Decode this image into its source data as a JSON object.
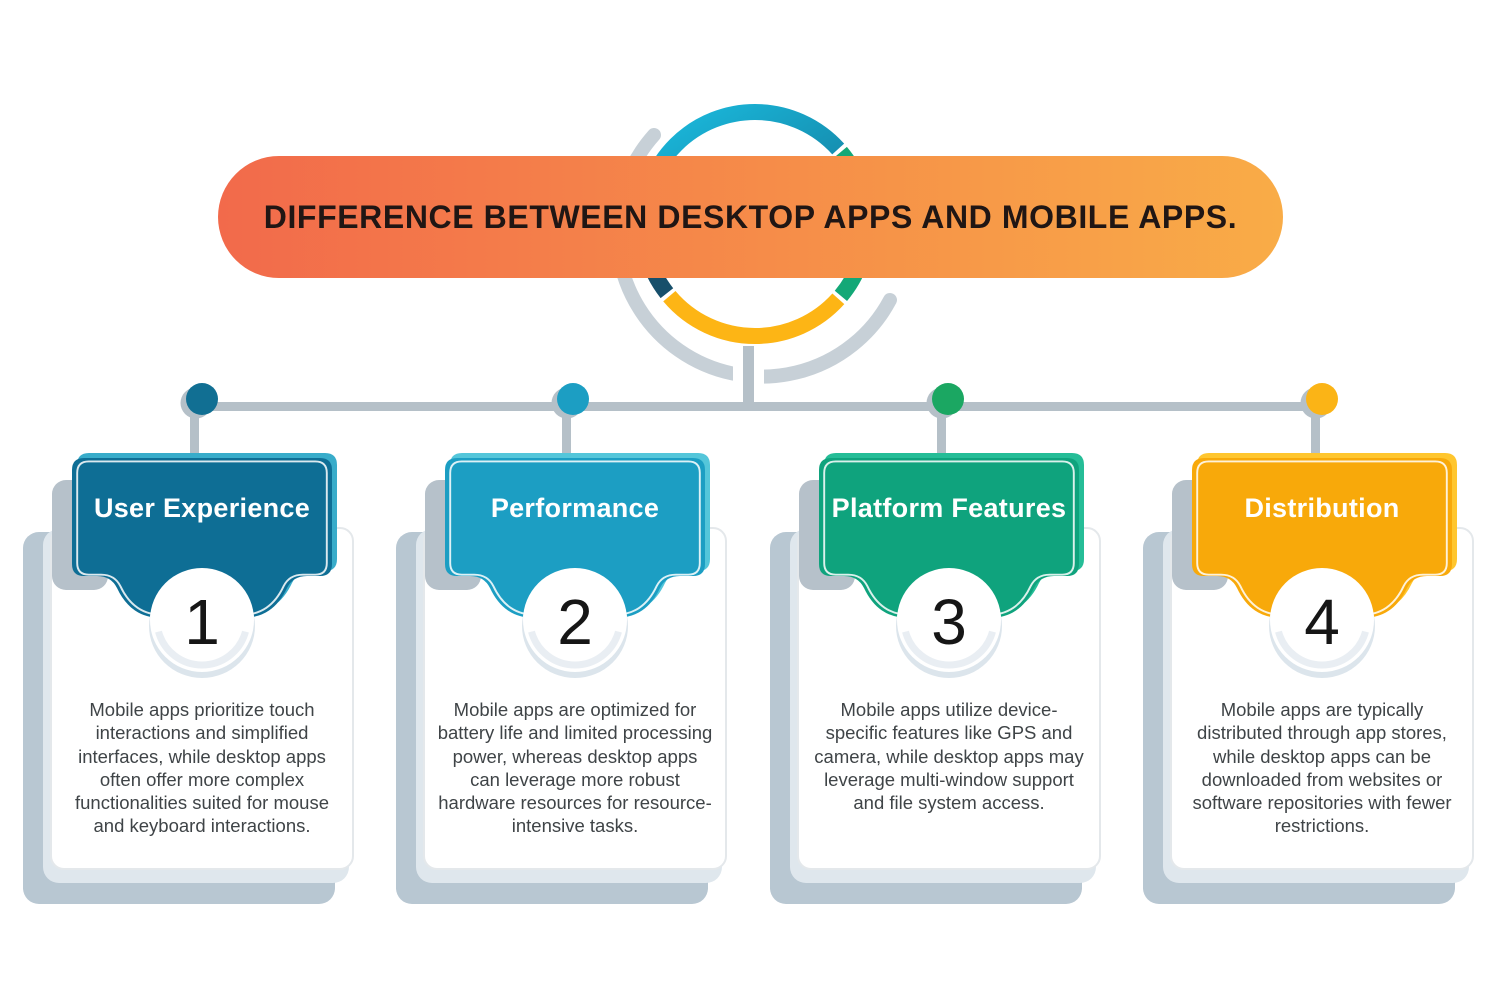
{
  "banner": {
    "title": "DIFFERENCE BETWEEN DESKTOP APPS AND MOBILE APPS."
  },
  "cards": [
    {
      "number": "1",
      "title": "User Experience",
      "description": "Mobile apps prioritize touch interactions and simplified interfaces, while desktop apps often offer more complex functionalities suited for mouse and keyboard interactions."
    },
    {
      "number": "2",
      "title": "Performance",
      "description": "Mobile apps are optimized for battery life and limited processing power, whereas desktop apps can leverage more robust hardware resources for resource-intensive tasks."
    },
    {
      "number": "3",
      "title": "Platform Features",
      "description": "Mobile apps utilize device-specific features like GPS and camera, while desktop apps may leverage multi-window support and file system access."
    },
    {
      "number": "4",
      "title": "Distribution",
      "description": "Mobile apps are typically distributed through app stores, while desktop apps can be downloaded from websites or software repositories with fewer restrictions."
    }
  ],
  "theme": {
    "banner_left": "#F26A4B",
    "banner_right": "#F9AC47",
    "banner_text": "#201614",
    "c1_main": "#0E6E95",
    "c1_light": "#38ACCA",
    "c1_dot": "#116F93",
    "c2_main": "#1C9EC3",
    "c2_light": "#54C6DA",
    "c2_dot": "#1C9EC3",
    "c3_main": "#0FA37D",
    "c3_light": "#25BD97",
    "c3_dot": "#1BA762",
    "c4_main": "#F8A90A",
    "c4_light": "#FFC62E",
    "c4_dot": "#FBB416",
    "ring_teal_dark": "#0F5E7E",
    "ring_teal_light": "#1AB5D8",
    "ring_green": "#13A877",
    "ring_yellow": "#FDB515",
    "ring_navy": "#174F6B",
    "swoosh": "#C7D0D7",
    "connector": "#B5C0C8",
    "header_shadow": "#B6C1CA",
    "stack_dark": "#B8C7D2",
    "stack_mid": "#DFE7ED",
    "card_border": "#E4E8EB",
    "card_bg": "#FFFFFF",
    "body_text": "#3F4447",
    "number": "#161616",
    "header_text": "#FFFFFF",
    "circle_shadow": "#DCE5EC",
    "crescent": "#E9EEF3"
  }
}
